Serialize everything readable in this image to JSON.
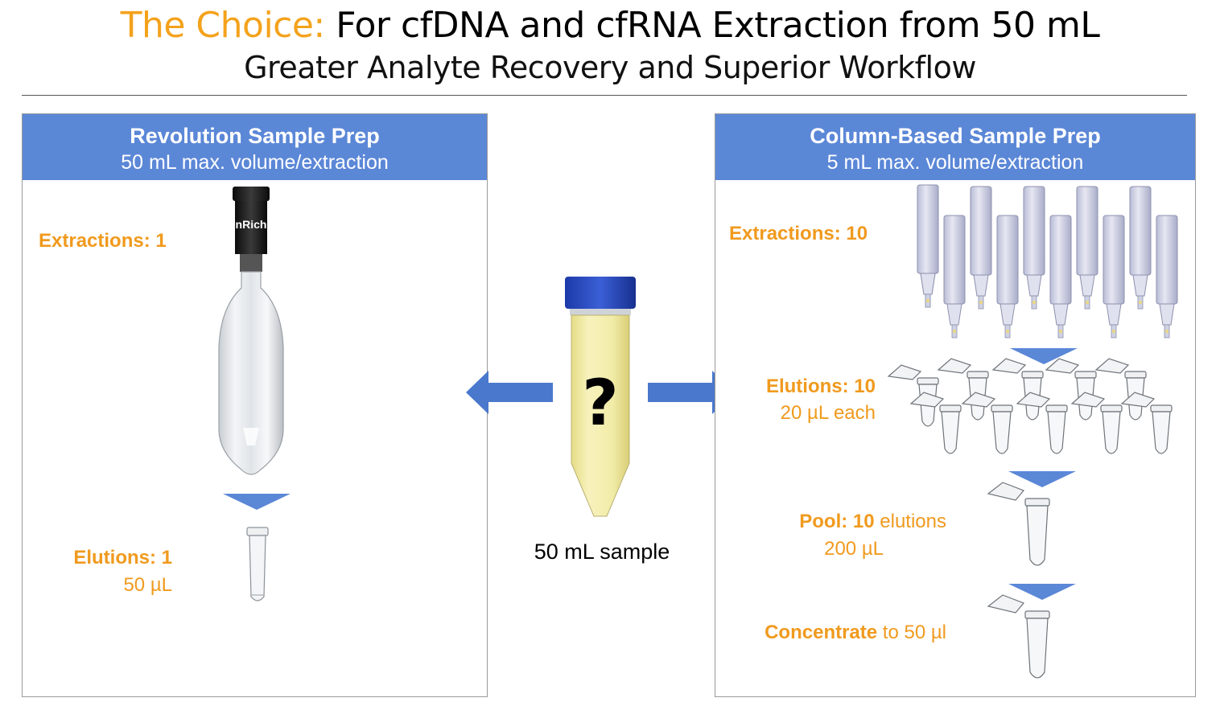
{
  "header": {
    "title_accent": "The Choice:",
    "title_rest": " For cfDNA and cfRNA Extraction from 50 mL",
    "subtitle": "Greater Analyte Recovery and Superior Workflow"
  },
  "center": {
    "question_mark": "?",
    "sample_label": "50 mL sample"
  },
  "left_panel": {
    "title": "Revolution Sample Prep",
    "subtitle": "50 mL max. volume/extraction",
    "device_label": "nRich",
    "extractions_label": "Extractions:",
    "extractions_value": "1",
    "elutions_label": "Elutions: 1",
    "elutions_volume": "50 µL"
  },
  "right_panel": {
    "title": "Column-Based Sample Prep",
    "subtitle": "5 mL max. volume/extraction",
    "extractions_label": "Extractions:",
    "extractions_value": "10",
    "elutions_label": "Elutions: 10",
    "elutions_volume": "20 µL each",
    "pool_bold": "Pool: 10",
    "pool_rest": " elutions",
    "pool_volume": "200 µL",
    "concentrate_bold": "Concentrate",
    "concentrate_rest": " to 50 µl"
  },
  "colors": {
    "accent_orange": "#f4a21c",
    "label_orange": "#f09a1e",
    "header_blue": "#5b87d7",
    "arrow_blue": "#4a78cc",
    "sample_yellow": "#f3eeaa",
    "cap_blue": "#2b4cc2"
  }
}
